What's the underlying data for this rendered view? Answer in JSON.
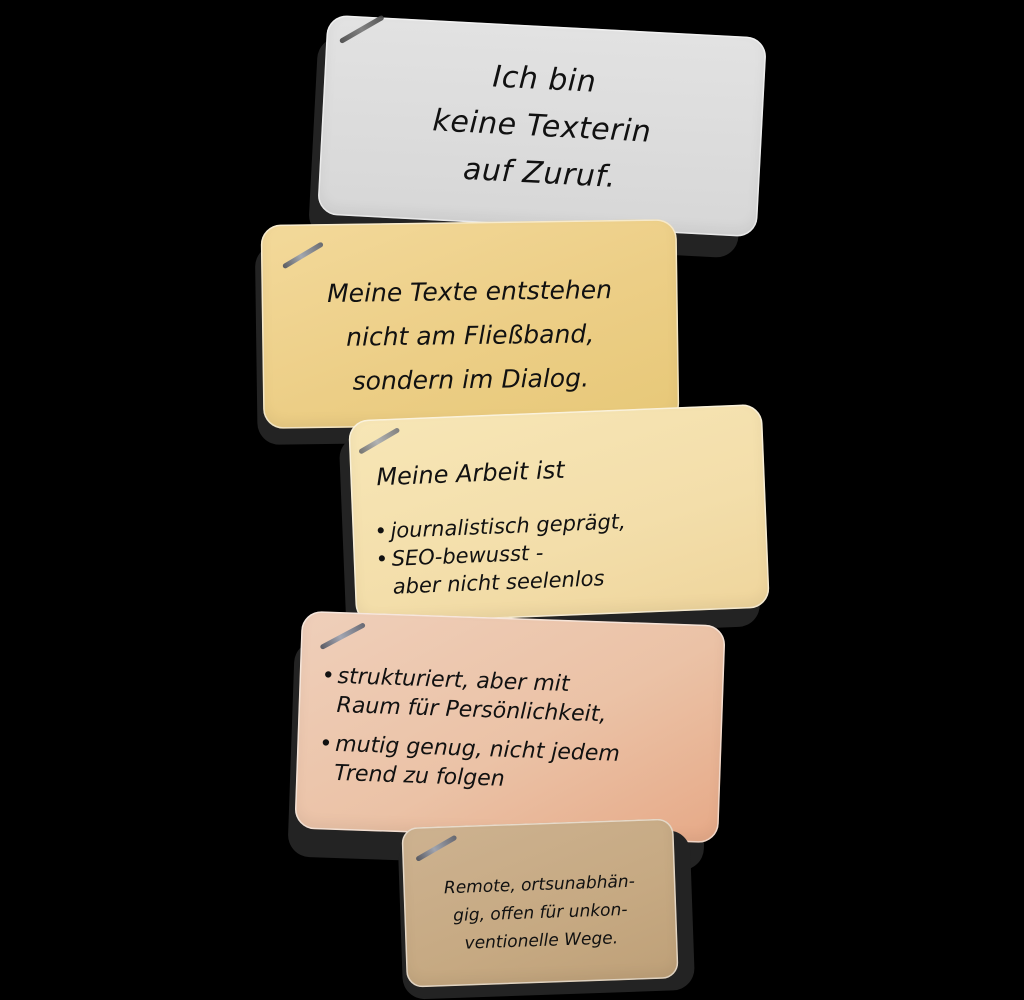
{
  "background_color": "#000000",
  "notes": [
    {
      "id": "note-1",
      "color": "#dcdcdc",
      "lines": [
        "Ich bin",
        "keine Texterin",
        "auf Zuruf."
      ]
    },
    {
      "id": "note-2",
      "color": "#ecce86",
      "lines": [
        "Meine Texte entstehen",
        "nicht am Fließband,",
        "sondern im Dialog."
      ]
    },
    {
      "id": "note-3",
      "color": "#f3deaa",
      "heading": "Meine Arbeit ist",
      "bullets": [
        {
          "bullet": "•",
          "lines": [
            "journalistisch geprägt,"
          ]
        },
        {
          "bullet": "•",
          "lines": [
            "SEO-bewusst -",
            "aber nicht seelenlos"
          ]
        }
      ]
    },
    {
      "id": "note-4",
      "color": "#ebc2a6",
      "bullets": [
        {
          "bullet": "•",
          "lines": [
            "strukturiert, aber mit",
            "Raum für Persönlichkeit,"
          ]
        },
        {
          "bullet": "•",
          "lines": [
            "mutig genug, nicht jedem",
            "Trend zu folgen"
          ]
        }
      ]
    },
    {
      "id": "note-5",
      "color": "#c6a982",
      "lines": [
        "Remote, ortsunabhän-",
        "gig, offen für unkon-",
        "ventionelle Wege."
      ]
    }
  ]
}
